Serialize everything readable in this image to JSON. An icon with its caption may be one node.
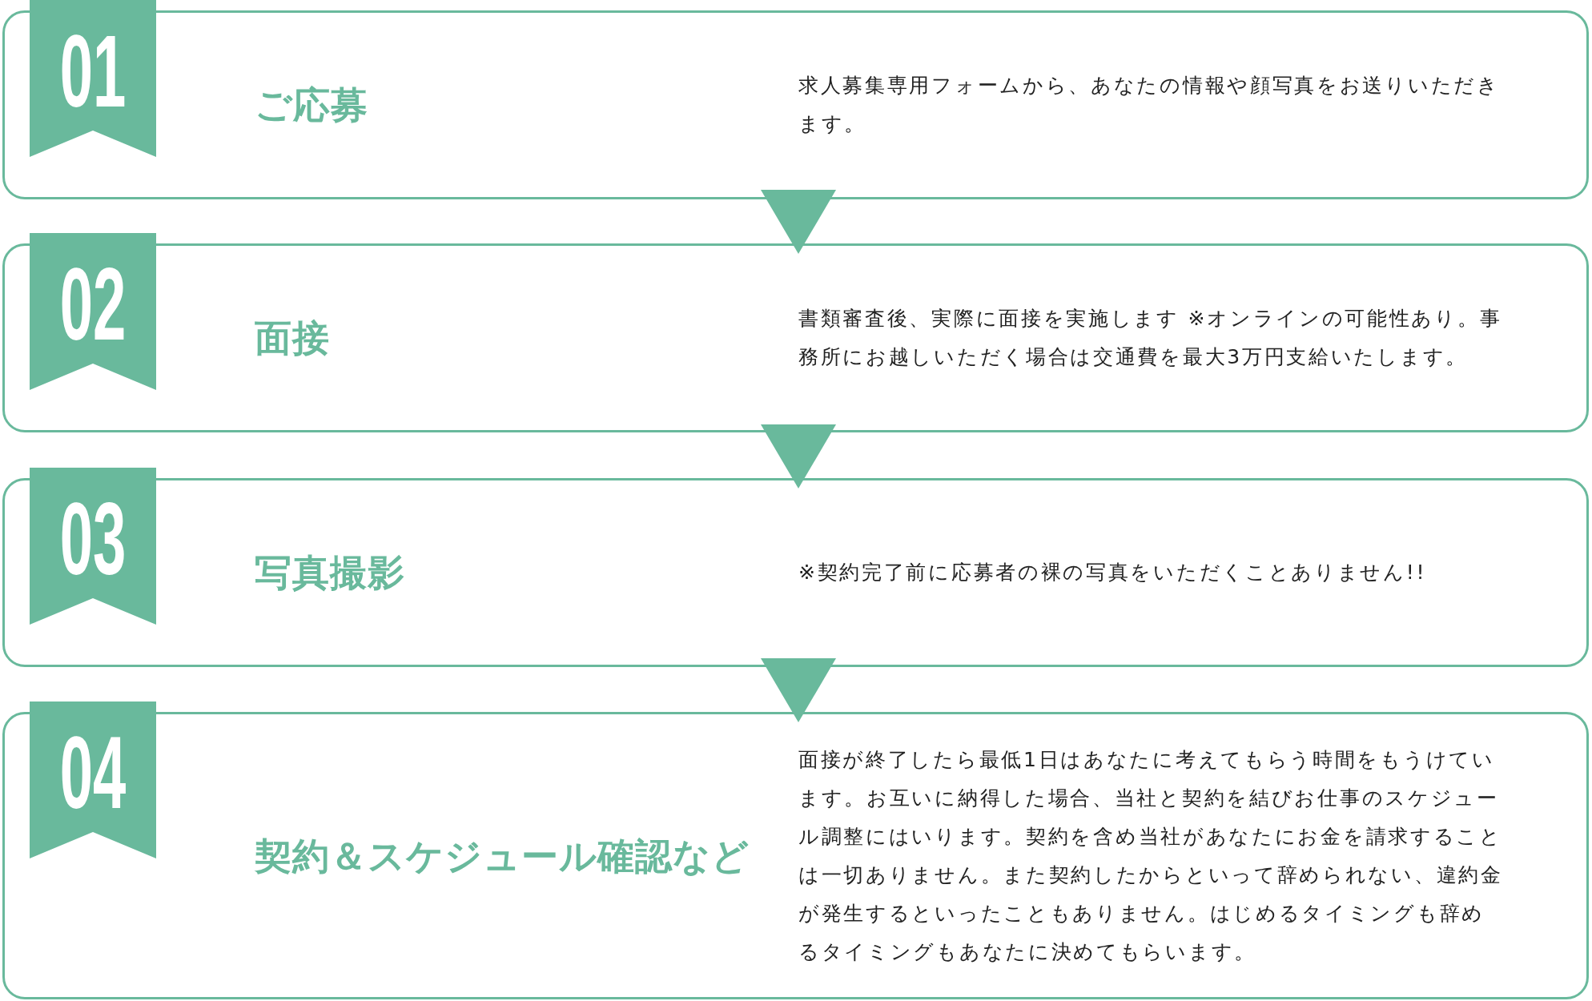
{
  "diagram": {
    "nodes": [
      {
        "text": [
          "01"
        ]
      },
      {
        "text": [
          "ご応募",
          "求人募集専用フォームから、あなたの情報や顔写真をお送りいただきます。"
        ]
      },
      {
        "text": [
          "02"
        ]
      },
      {
        "text": [
          "面接",
          "書類審査後、実際に面接を実施します ※オンラインの可能性あり。事務所にお越しいただく場合は交通費を最大3万円支給いたします。"
        ]
      },
      {
        "text": [
          "03"
        ]
      },
      {
        "text": [
          "写真撮影",
          "※契約完了前に応募者の裸の写真をいただくことありません!!"
        ]
      },
      {
        "text": [
          "04"
        ]
      },
      {
        "text": [
          "契約＆スケジュール確認など",
          "面接が終了したら最低1日はあなたに考えてもらう時間をもうけています。お互いに納得した場合、当社と契約を結びお仕事のスケジュール調整にはいります。契約を含め当社があなたにお金を請求することは一切ありません。また契約したからといって辞められない、違約金が発生するといったこともありません。はじめるタイミングも辞めるタイミングもあなたに決めてもらいます。"
        ]
      }
    ],
    "edges": [
      {
        "from": 1,
        "to": 3,
        "arrow": "to"
      },
      {
        "from": 3,
        "to": 5,
        "arrow": "to"
      },
      {
        "from": 5,
        "to": 7,
        "arrow": "to"
      }
    ]
  }
}
